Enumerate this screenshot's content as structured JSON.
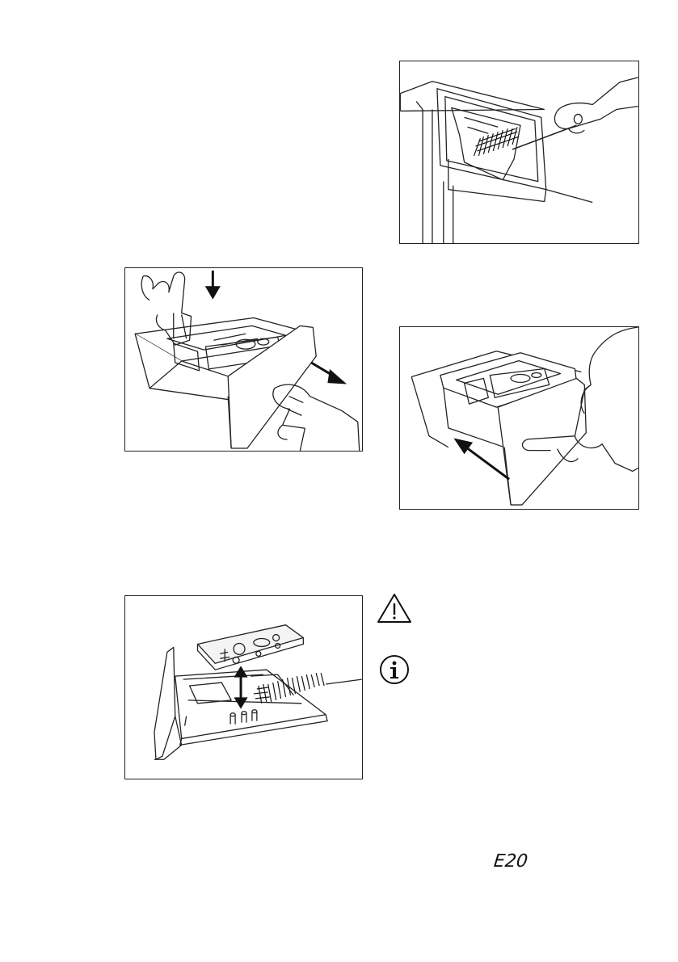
{
  "figures": [
    {
      "id": "fig1",
      "icon": "push-release-lever-pull-drawer"
    },
    {
      "id": "fig2",
      "icon": "brush-clean-drawer-recess"
    },
    {
      "id": "fig3",
      "icon": "insert-drawer-back"
    },
    {
      "id": "fig4",
      "icon": "remove-siphon-clean-drawer"
    }
  ],
  "icons": {
    "warning": "warning-triangle-icon",
    "info": "info-icon"
  },
  "display": {
    "error_code": "E20"
  }
}
